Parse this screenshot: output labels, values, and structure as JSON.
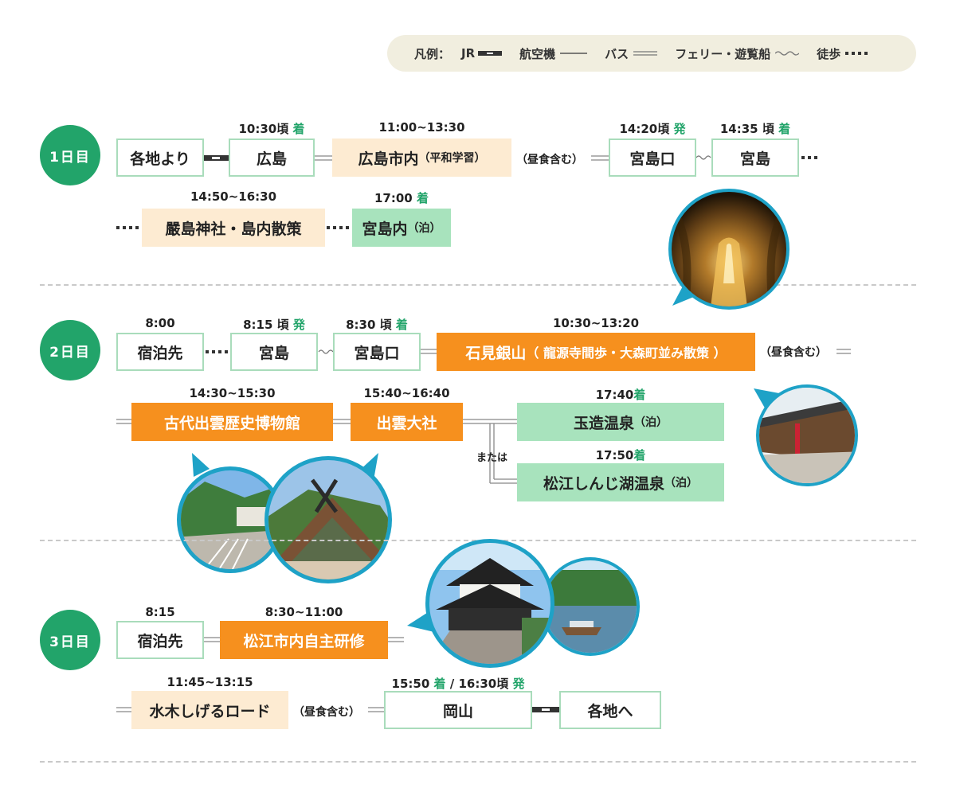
{
  "legend": {
    "label": "凡例：",
    "jr": "JR",
    "plane": "航空機",
    "bus": "バス",
    "ferry": "フェリー・遊覧船",
    "walk": "徒歩"
  },
  "days": [
    {
      "badge": "1日目",
      "stops": {
        "kakuchi": "各地より",
        "hiroshima": "広島",
        "hiroshima_shinai": "広島市内",
        "heiwa": "（平和学習）",
        "lunch_note": "（昼食含む）",
        "miyajimaguchi": "宮島口",
        "miyajima": "宮島",
        "itsukushima": "嚴島神社・島内散策",
        "miyajima_nai": "宮島内",
        "haku": "（泊）"
      },
      "times": {
        "t1": "10:30頃",
        "t1_mark": "着",
        "t2": "11:00~13:30",
        "t3": "14:20頃",
        "t3_mark": "発",
        "t4": "14:35 頃",
        "t4_mark": "着",
        "t5": "14:50~16:30",
        "t6": "17:00",
        "t6_mark": "着"
      }
    },
    {
      "badge": "2日目",
      "stops": {
        "shukuhaku": "宿泊先",
        "miyajima": "宮島",
        "miyajimaguchi": "宮島口",
        "iwami": "石見銀山",
        "iwami_detail": "（ 龍源寺間歩・大森町並み散策 ）",
        "lunch_note": "（昼食含む）",
        "kodai": "古代出雲歴史博物館",
        "izumo": "出雲大社",
        "tamatsukuri": "玉造温泉",
        "shinjiko": "松江しんじ湖温泉",
        "haku": "（泊）",
        "mataha": "または"
      },
      "times": {
        "t1": "8:00",
        "t2": "8:15 頃",
        "t2_mark": "発",
        "t3": "8:30 頃",
        "t3_mark": "着",
        "t4": "10:30~13:20",
        "t5": "14:30~15:30",
        "t6": "15:40~16:40",
        "t7": "17:40",
        "t7_mark": "着",
        "t8": "17:50",
        "t8_mark": "着"
      }
    },
    {
      "badge": "3日目",
      "stops": {
        "shukuhaku": "宿泊先",
        "matsue": "松江市内自主研修",
        "mizuki": "水木しげるロード",
        "lunch_note": "（昼食含む）",
        "okayama": "岡山",
        "kakuchi": "各地へ"
      },
      "times": {
        "t1": "8:15",
        "t2": "8:30~11:00",
        "t3": "11:45~13:15",
        "t4a": "15:50",
        "t4a_mark": "着",
        "t4_sep": "/",
        "t4b": "16:30頃",
        "t4b_mark": "発"
      }
    }
  ],
  "icons": [
    "mine-tunnel-photo",
    "old-townscape-photo",
    "museum-photo",
    "izumo-taisha-photo",
    "matsue-castle-photo",
    "boat-photo"
  ]
}
